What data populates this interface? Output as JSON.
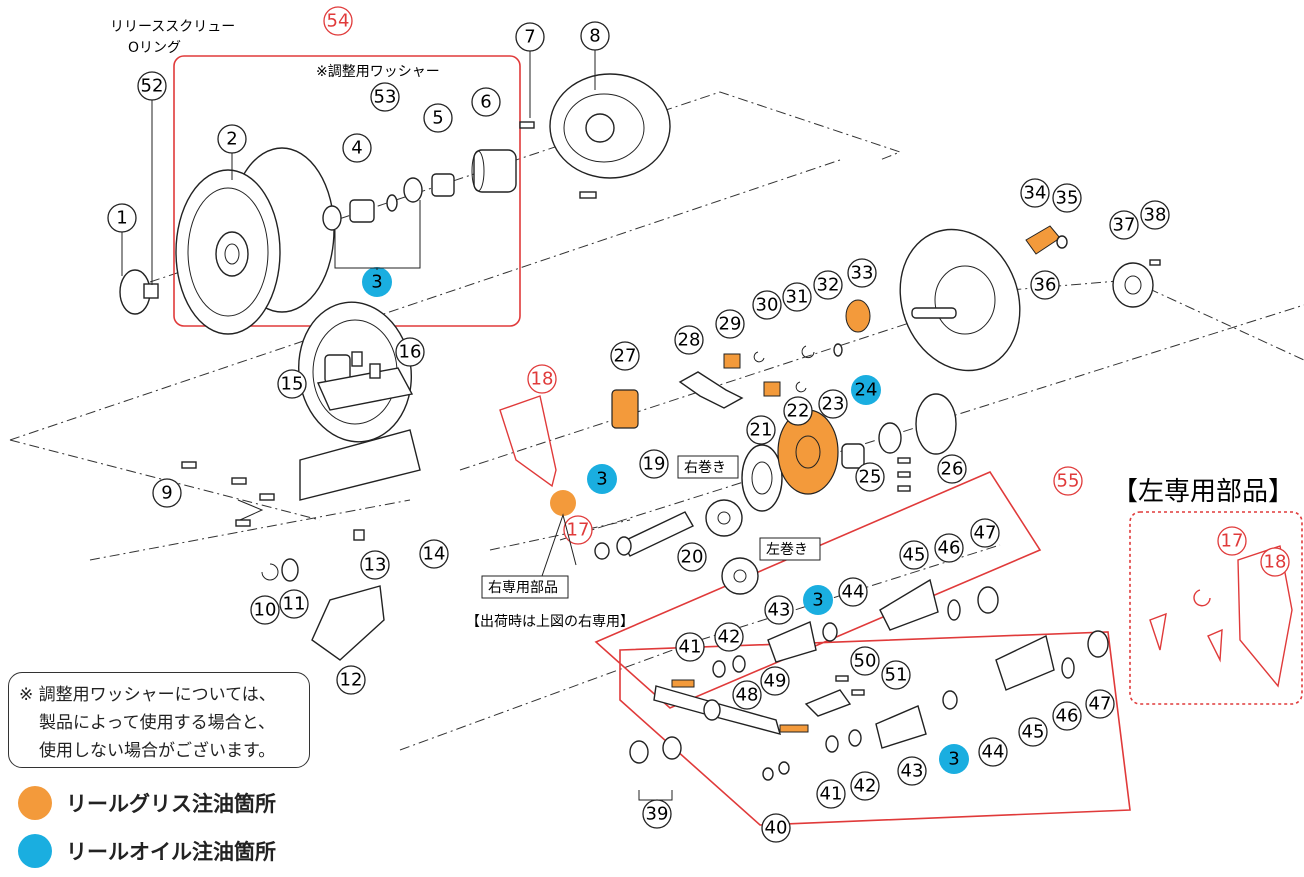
{
  "colors": {
    "grease": "#f39a3b",
    "oil": "#1aaee0",
    "red": "#e03a3a",
    "line": "#222222"
  },
  "labels": {
    "release_screw": "リリーススクリュー",
    "o_ring": "Oリング",
    "adjust_washer": "※調整用ワッシャー",
    "right_wind": "右巻き",
    "left_wind": "左巻き",
    "right_parts": "右専用部品",
    "ship_note": "【出荷時は上図の右専用】",
    "left_parts_title": "【左専用部品】"
  },
  "note": {
    "line1": "※ 調整用ワッシャーについては、",
    "line2": "製品によって使用する場合と、",
    "line3": "使用しない場合がございます。"
  },
  "legend": {
    "grease_label": "リールグリス注油箇所",
    "oil_label": "リールオイル注油箇所"
  },
  "parts": {
    "n1": "1",
    "n2": "2",
    "n3a": "3",
    "n3b": "3",
    "n3c": "3",
    "n3d": "3",
    "n4": "4",
    "n5": "5",
    "n6": "6",
    "n7": "7",
    "n8": "8",
    "n9": "9",
    "n10": "10",
    "n11": "11",
    "n12": "12",
    "n13": "13",
    "n14": "14",
    "n15": "15",
    "n16": "16",
    "n17a": "17",
    "n17b": "17",
    "n18a": "18",
    "n18b": "18",
    "n19": "19",
    "n20": "20",
    "n21": "21",
    "n22": "22",
    "n23": "23",
    "n24": "24",
    "n25": "25",
    "n26": "26",
    "n27": "27",
    "n28": "28",
    "n29": "29",
    "n30": "30",
    "n31": "31",
    "n32": "32",
    "n33": "33",
    "n34": "34",
    "n35": "35",
    "n36": "36",
    "n37": "37",
    "n38": "38",
    "n39": "39",
    "n40": "40",
    "n41a": "41",
    "n41b": "41",
    "n42a": "42",
    "n42b": "42",
    "n43a": "43",
    "n43b": "43",
    "n44a": "44",
    "n44b": "44",
    "n45a": "45",
    "n45b": "45",
    "n46a": "46",
    "n46b": "46",
    "n47a": "47",
    "n47b": "47",
    "n48": "48",
    "n49": "49",
    "n50": "50",
    "n51": "51",
    "n52": "52",
    "n53": "53",
    "n54": "54",
    "n55": "55"
  }
}
